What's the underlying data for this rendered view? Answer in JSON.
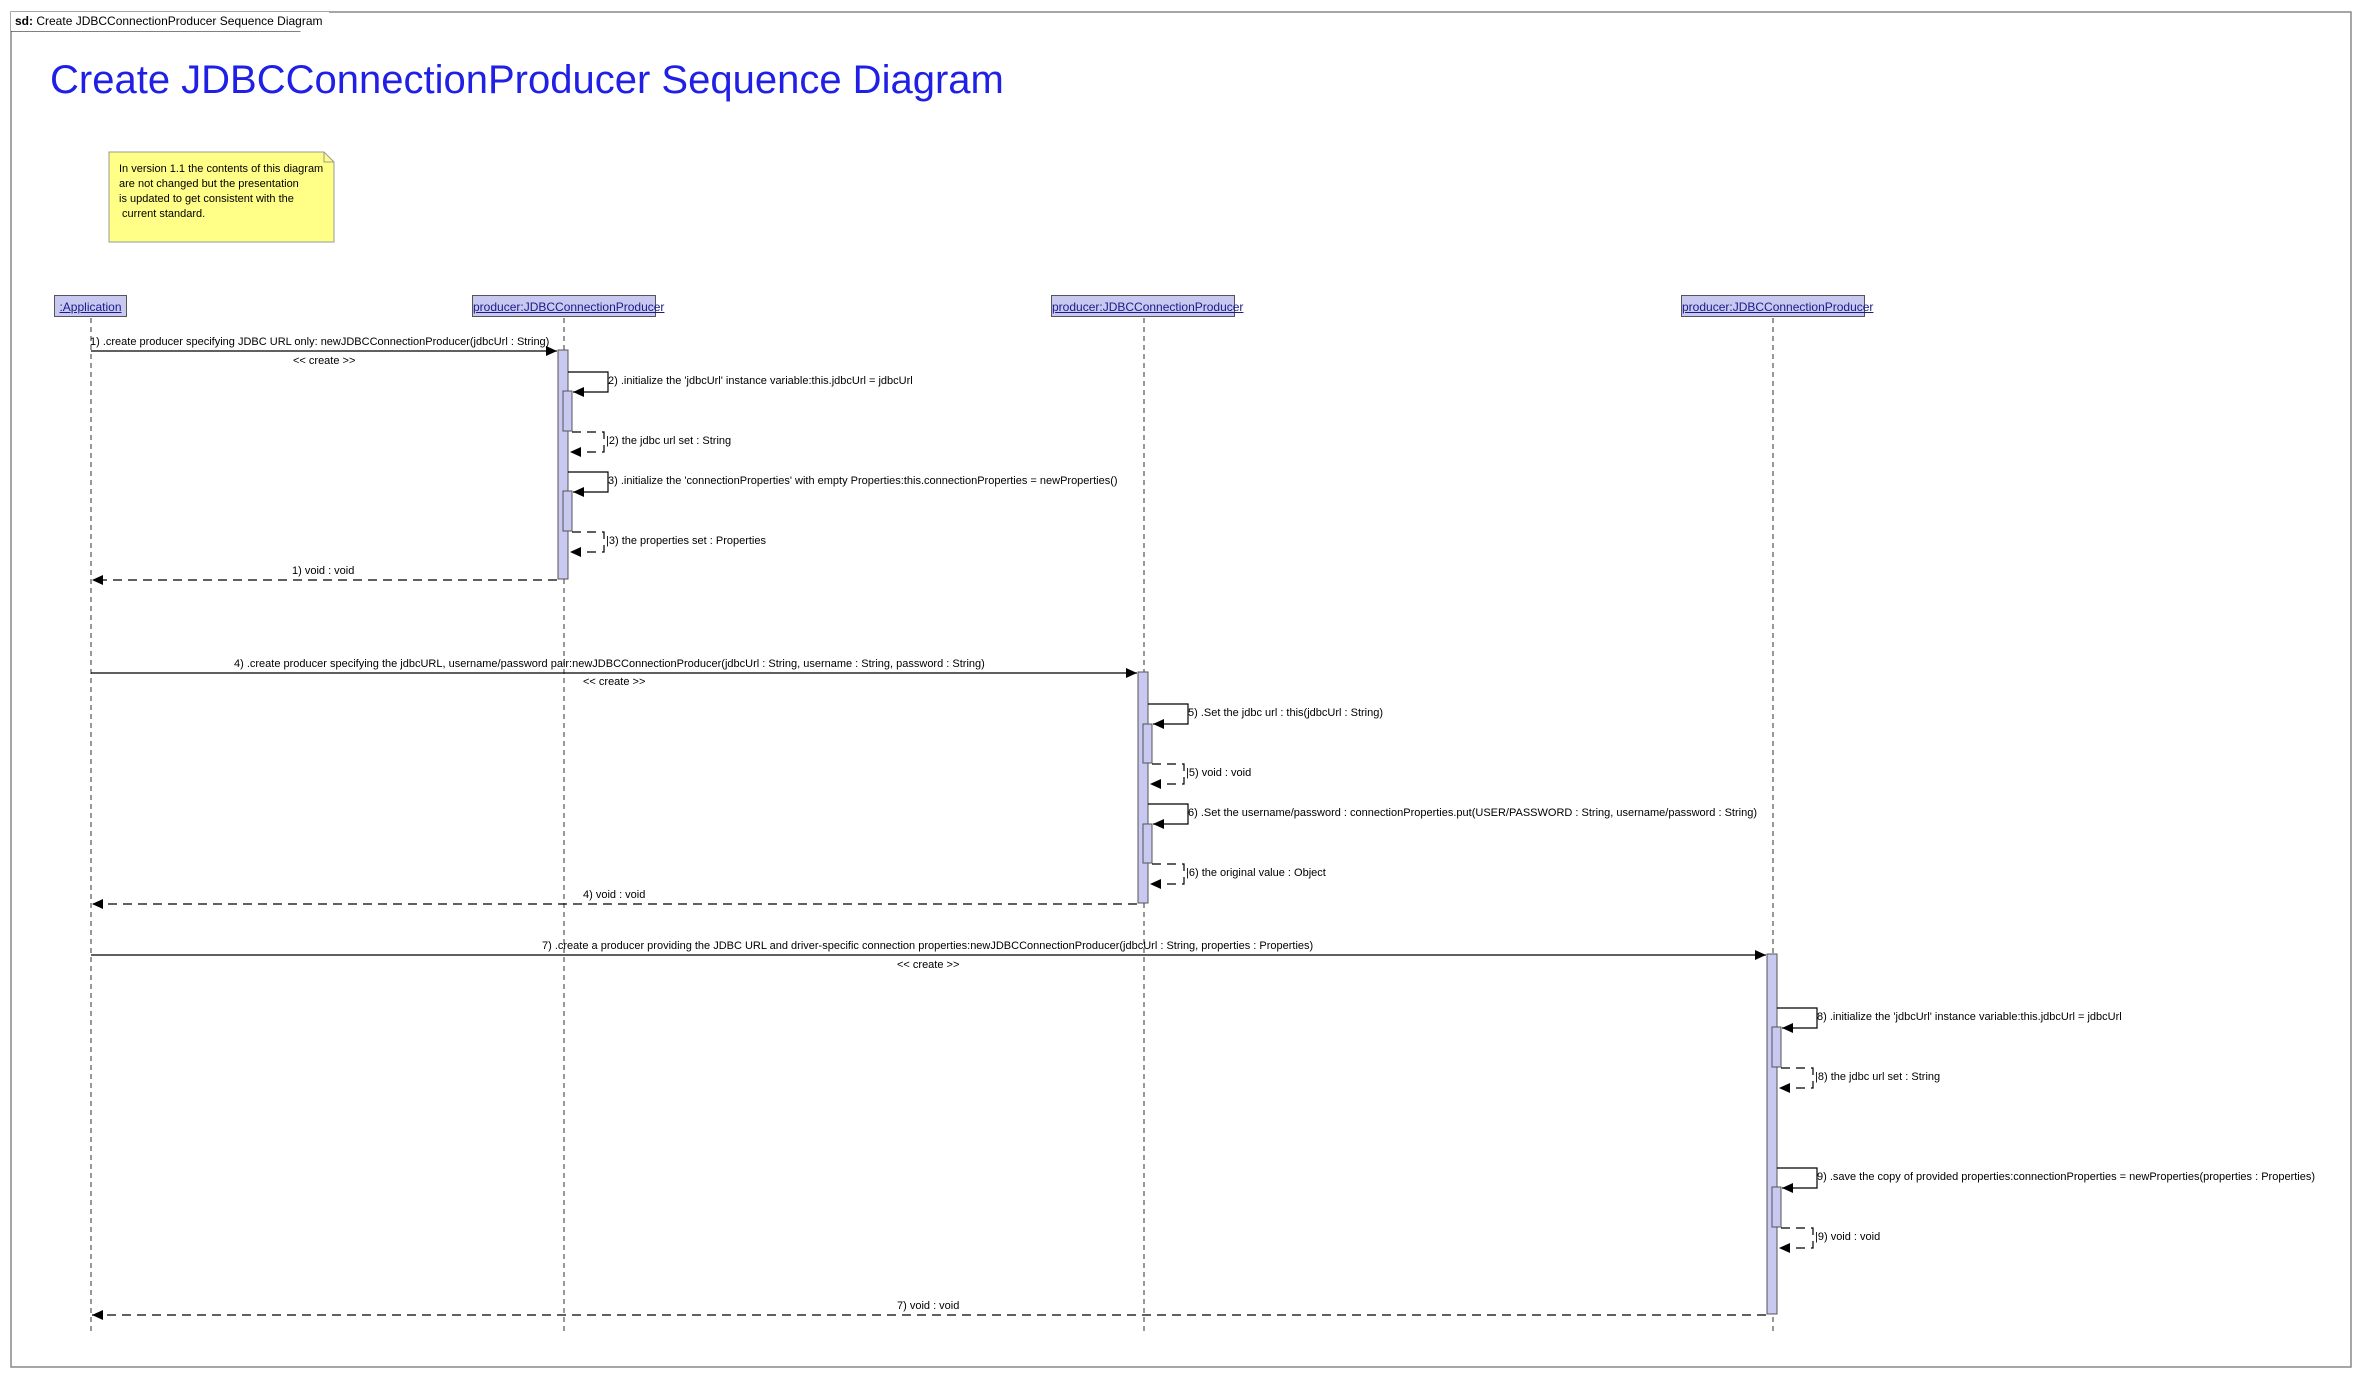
{
  "frame": {
    "kind": "sd:",
    "label": "Create JDBCConnectionProducer Sequence Diagram"
  },
  "title": "Create JDBCConnectionProducer Sequence Diagram",
  "note": "In version 1.1 the contents of this diagram\nare not changed but the presentation\nis updated to get consistent with the\n current standard.",
  "lifelines": [
    {
      "label": ":Application"
    },
    {
      "label": "producer:JDBCConnectionProducer"
    },
    {
      "label": "producer:JDBCConnectionProducer"
    },
    {
      "label": "producer:JDBCConnectionProducer"
    }
  ],
  "messages": [
    {
      "text": "1) .create producer specifying JDBC URL only: newJDBCConnectionProducer(jdbcUrl : String)"
    },
    {
      "text": "<< create >>"
    },
    {
      "text": "2) .initialize the 'jdbcUrl' instance variable:this.jdbcUrl = jdbcUrl"
    },
    {
      "text": "|2) the jdbc url set : String"
    },
    {
      "text": "3) .initialize the 'connectionProperties' with empty Properties:this.connectionProperties = newProperties()"
    },
    {
      "text": "|3) the properties set : Properties"
    },
    {
      "text": "1) void : void"
    },
    {
      "text": "4) .create producer specifying the jdbcURL, username/password pair:newJDBCConnectionProducer(jdbcUrl : String, username : String, password : String)"
    },
    {
      "text": "<< create >>"
    },
    {
      "text": "5) .Set the jdbc url : this(jdbcUrl : String)"
    },
    {
      "text": "|5) void : void"
    },
    {
      "text": "6) .Set the username/password : connectionProperties.put(USER/PASSWORD : String, username/password : String)"
    },
    {
      "text": "|6) the original value : Object"
    },
    {
      "text": "4) void : void"
    },
    {
      "text": "7) .create a producer providing the JDBC URL and driver-specific connection properties:newJDBCConnectionProducer(jdbcUrl : String, properties : Properties)"
    },
    {
      "text": "<< create >>"
    },
    {
      "text": "8) .initialize the 'jdbcUrl' instance variable:this.jdbcUrl = jdbcUrl"
    },
    {
      "text": "|8) the jdbc url set : String"
    },
    {
      "text": "9) .save the copy of provided properties:connectionProperties = newProperties(properties : Properties)"
    },
    {
      "text": "|9) void : void"
    },
    {
      "text": "7) void : void"
    }
  ]
}
